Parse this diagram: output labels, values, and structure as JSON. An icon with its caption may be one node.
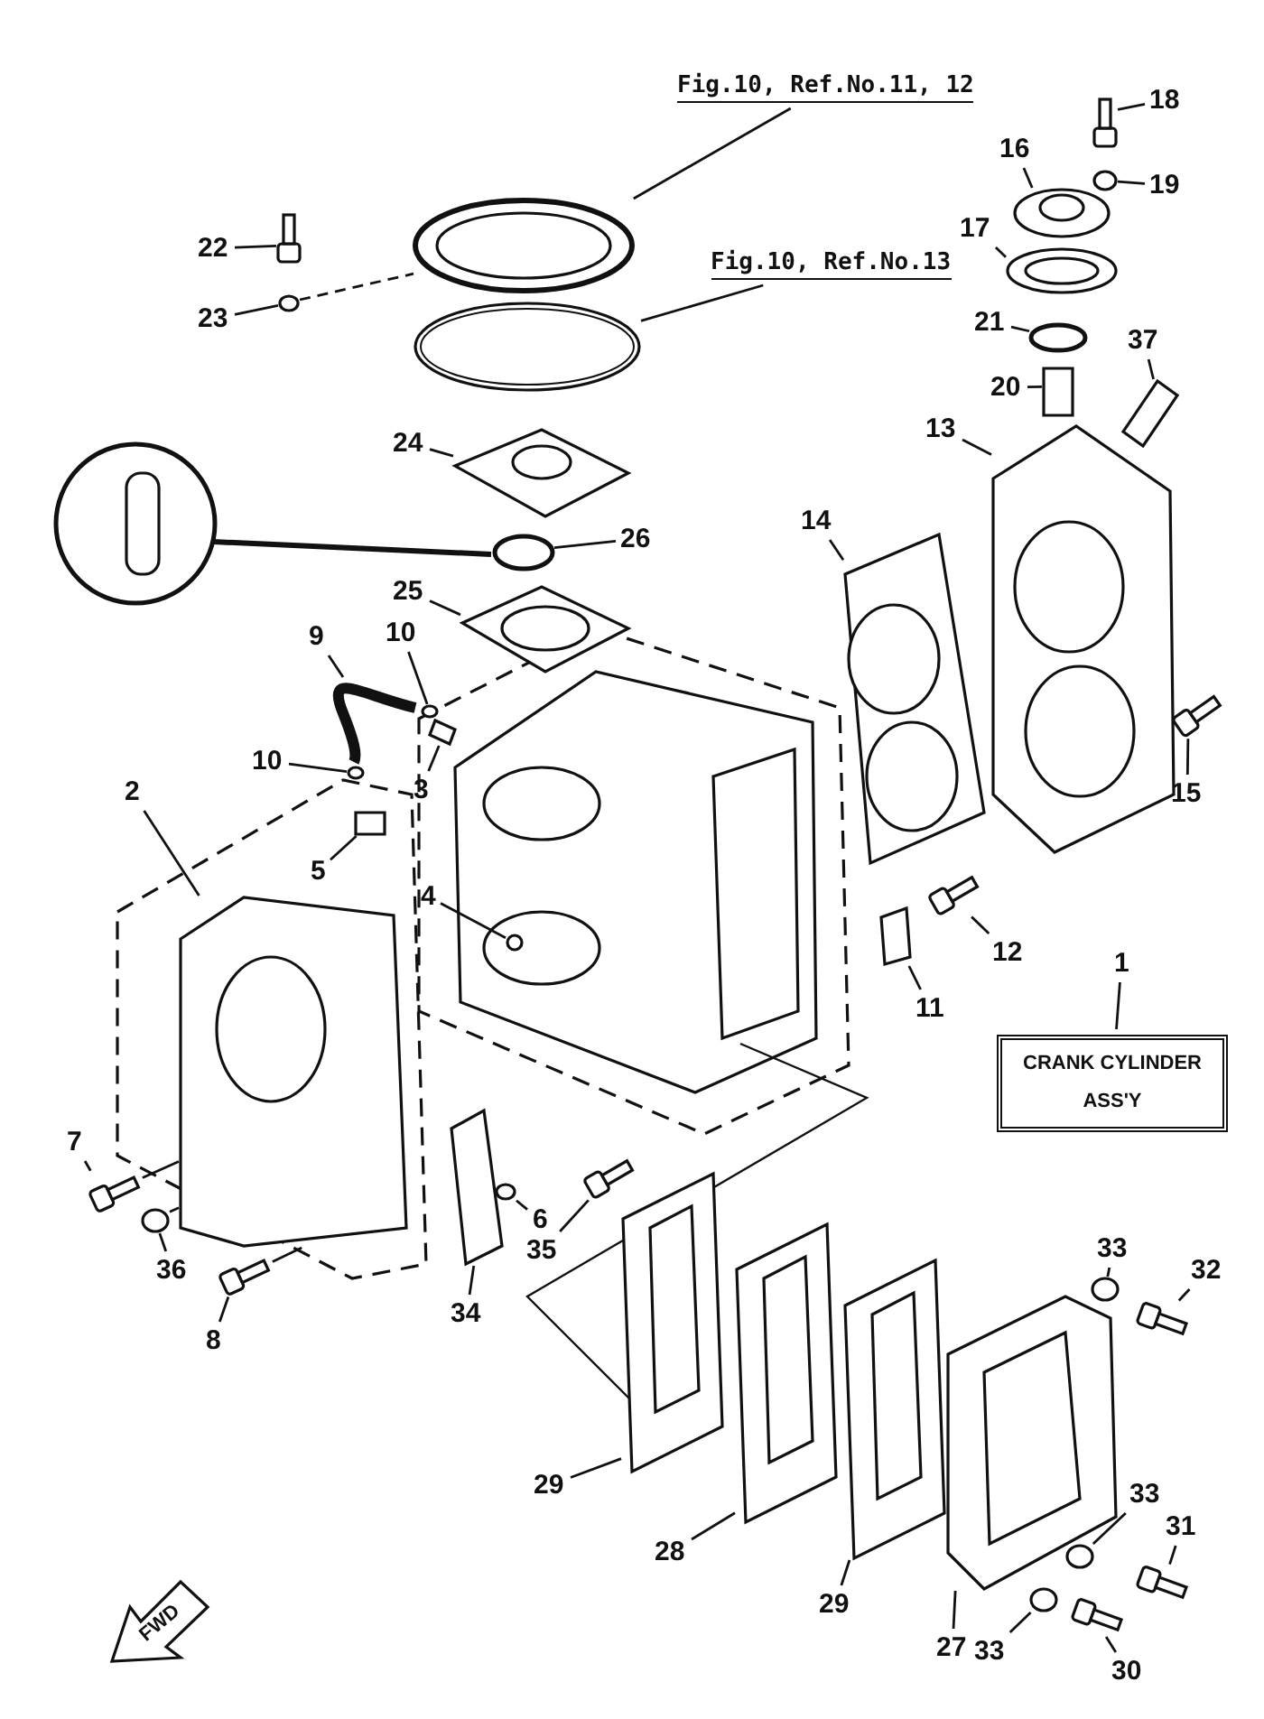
{
  "diagram": {
    "nodes": [
      {
        "text": [
          "Fig.10, Ref.No.11, 12"
        ]
      },
      {
        "text": [
          "18"
        ]
      },
      {
        "text": [
          "16"
        ]
      },
      {
        "text": [
          "19"
        ]
      },
      {
        "text": [
          "Fig.10, Ref.No.13"
        ]
      },
      {
        "text": [
          "17"
        ]
      },
      {
        "text": [
          "22"
        ]
      },
      {
        "text": [
          "23"
        ]
      },
      {
        "text": [
          "21"
        ]
      },
      {
        "text": [
          "37"
        ]
      },
      {
        "text": [
          "20"
        ]
      },
      {
        "text": [
          "24"
        ]
      },
      {
        "text": [
          "13"
        ]
      },
      {
        "text": [
          "26"
        ]
      },
      {
        "text": [
          "14"
        ]
      },
      {
        "text": [
          "25"
        ]
      },
      {
        "text": [
          "9"
        ]
      },
      {
        "text": [
          "10"
        ]
      },
      {
        "text": [
          "10"
        ]
      },
      {
        "text": [
          "2"
        ]
      },
      {
        "text": [
          "3"
        ]
      },
      {
        "text": [
          "15"
        ]
      },
      {
        "text": [
          "5"
        ]
      },
      {
        "text": [
          "4"
        ]
      },
      {
        "text": [
          "12"
        ]
      },
      {
        "text": [
          "1"
        ]
      },
      {
        "text": [
          "CRANK CYLINDER ASS'Y"
        ]
      },
      {
        "text": [
          "11"
        ]
      },
      {
        "text": [
          "7"
        ]
      },
      {
        "text": [
          "6"
        ]
      },
      {
        "text": [
          "35"
        ]
      },
      {
        "text": [
          "36"
        ]
      },
      {
        "text": [
          "34"
        ]
      },
      {
        "text": [
          "8"
        ]
      },
      {
        "text": [
          "33"
        ]
      },
      {
        "text": [
          "32"
        ]
      },
      {
        "text": [
          "29"
        ]
      },
      {
        "text": [
          "28"
        ]
      },
      {
        "text": [
          "29"
        ]
      },
      {
        "text": [
          "33"
        ]
      },
      {
        "text": [
          "31"
        ]
      },
      {
        "text": [
          "27"
        ]
      },
      {
        "text": [
          "33"
        ]
      },
      {
        "text": [
          "30"
        ]
      },
      {
        "text": [],
        "shape": "picture"
      },
      {
        "text": [],
        "shape": "picture"
      },
      {
        "text": [],
        "shape": "picture"
      },
      {
        "text": [],
        "shape": "circle"
      },
      {
        "text": [],
        "shape": "picture"
      },
      {
        "text": [],
        "shape": "picture"
      },
      {
        "text": [],
        "shape": "picture"
      },
      {
        "text": [],
        "shape": "circle"
      },
      {
        "text": [],
        "shape": "circle"
      },
      {
        "text": [],
        "shape": "box"
      },
      {
        "text": [],
        "shape": "box"
      },
      {
        "text": [],
        "shape": "picture"
      },
      {
        "text": [],
        "shape": "picture"
      },
      {
        "text": [],
        "shape": "circle"
      },
      {
        "text": [],
        "shape": "picture"
      },
      {
        "text": [],
        "shape": "picture"
      },
      {
        "text": [],
        "shape": "picture"
      },
      {
        "text": [],
        "shape": "circle"
      },
      {
        "text": [],
        "shape": "circle"
      },
      {
        "text": [],
        "shape": "picture"
      },
      {
        "text": [],
        "shape": "box"
      },
      {
        "text": [],
        "shape": "picture"
      },
      {
        "text": [],
        "shape": "box"
      },
      {
        "text": [],
        "shape": "circle"
      },
      {
        "text": [],
        "shape": "picture"
      },
      {
        "text": [],
        "shape": "box"
      },
      {
        "text": [],
        "shape": "picture"
      },
      {
        "text": [],
        "shape": "circle"
      },
      {
        "text": [],
        "shape": "picture"
      },
      {
        "text": [],
        "shape": "circle"
      },
      {
        "text": [],
        "shape": "box"
      },
      {
        "text": [],
        "shape": "picture"
      },
      {
        "text": [],
        "shape": "circle"
      },
      {
        "text": [],
        "shape": "picture"
      },
      {
        "text": [],
        "shape": "picture"
      },
      {
        "text": [],
        "shape": "picture"
      },
      {
        "text": [],
        "shape": "picture"
      },
      {
        "text": [],
        "shape": "circle"
      },
      {
        "text": [],
        "shape": "picture"
      },
      {
        "text": [],
        "shape": "picture"
      },
      {
        "text": [],
        "shape": "circle"
      },
      {
        "text": [],
        "shape": "picture"
      }
    ],
    "edges": [
      {
        "from": 0,
        "to": 44,
        "arrow": "none"
      },
      {
        "from": 1,
        "to": 45,
        "arrow": "none"
      },
      {
        "from": 2,
        "to": 46,
        "arrow": "none"
      },
      {
        "from": 3,
        "to": 47,
        "arrow": "none"
      },
      {
        "from": 4,
        "to": 48,
        "arrow": "none"
      },
      {
        "from": 5,
        "to": 49,
        "arrow": "none"
      },
      {
        "from": 6,
        "to": 50,
        "arrow": "none"
      },
      {
        "from": 7,
        "to": 51,
        "arrow": "none"
      },
      {
        "from": 8,
        "to": 52,
        "arrow": "none"
      },
      {
        "from": 9,
        "to": 53,
        "arrow": "none"
      },
      {
        "from": 10,
        "to": 54,
        "arrow": "none"
      },
      {
        "from": 11,
        "to": 55,
        "arrow": "none"
      },
      {
        "from": 12,
        "to": 56,
        "arrow": "none"
      },
      {
        "from": 13,
        "to": 57,
        "arrow": "none"
      },
      {
        "from": 14,
        "to": 58,
        "arrow": "none"
      },
      {
        "from": 15,
        "to": 59,
        "arrow": "none"
      },
      {
        "from": 16,
        "to": 60,
        "arrow": "none"
      },
      {
        "from": 17,
        "to": 61,
        "arrow": "none"
      },
      {
        "from": 18,
        "to": 62,
        "arrow": "none"
      },
      {
        "from": 19,
        "to": 63,
        "arrow": "none"
      },
      {
        "from": 20,
        "to": 64,
        "arrow": "none"
      },
      {
        "from": 21,
        "to": 65,
        "arrow": "none"
      },
      {
        "from": 22,
        "to": 66,
        "arrow": "none"
      },
      {
        "from": 23,
        "to": 67,
        "arrow": "none"
      },
      {
        "from": 24,
        "to": 68,
        "arrow": "none"
      },
      {
        "from": 25,
        "to": 26,
        "arrow": "none"
      },
      {
        "from": 27,
        "to": 69,
        "arrow": "none"
      },
      {
        "from": 28,
        "to": 70,
        "arrow": "none"
      },
      {
        "from": 29,
        "to": 71,
        "arrow": "none"
      },
      {
        "from": 30,
        "to": 72,
        "arrow": "none"
      },
      {
        "from": 31,
        "to": 73,
        "arrow": "none"
      },
      {
        "from": 32,
        "to": 74,
        "arrow": "none"
      },
      {
        "from": 33,
        "to": 75,
        "arrow": "none"
      },
      {
        "from": 34,
        "to": 76,
        "arrow": "none"
      },
      {
        "from": 35,
        "to": 77,
        "arrow": "none"
      },
      {
        "from": 36,
        "to": 78,
        "arrow": "none"
      },
      {
        "from": 37,
        "to": 79,
        "arrow": "none"
      },
      {
        "from": 38,
        "to": 80,
        "arrow": "none"
      },
      {
        "from": 39,
        "to": 81,
        "arrow": "none"
      },
      {
        "from": 40,
        "to": 82,
        "arrow": "none"
      },
      {
        "from": 41,
        "to": 83,
        "arrow": "none"
      },
      {
        "from": 42,
        "to": 84,
        "arrow": "none"
      },
      {
        "from": 43,
        "to": 85,
        "arrow": "none"
      },
      {
        "from": 70,
        "to": 63,
        "arrow": "none"
      },
      {
        "from": 73,
        "to": 63,
        "arrow": "none"
      },
      {
        "from": 75,
        "to": 63,
        "arrow": "none"
      },
      {
        "from": 51,
        "to": 44,
        "arrow": "none",
        "style": "dashed"
      }
    ],
    "labels": [
      "FWD"
    ]
  }
}
